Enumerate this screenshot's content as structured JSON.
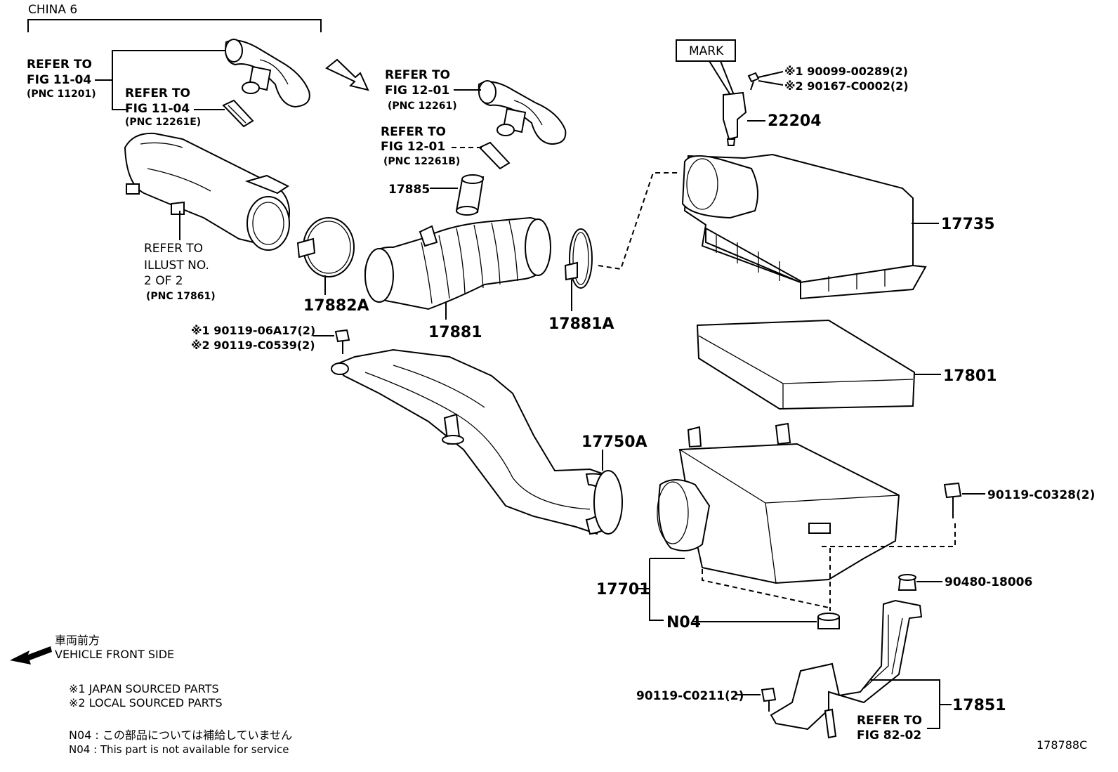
{
  "header": {
    "group_label": "CHINA 6"
  },
  "refs": {
    "r1": {
      "l1": "REFER TO",
      "l2": "FIG 11-04",
      "l3": "(PNC 11201)"
    },
    "r2": {
      "l1": "REFER TO",
      "l2": "FIG 11-04",
      "l3": "(PNC 12261E)"
    },
    "r3": {
      "l1": "REFER TO",
      "l2": "FIG 12-01",
      "l3": "(PNC 12261)"
    },
    "r4": {
      "l1": "REFER TO",
      "l2": "FIG 12-01",
      "l3": "(PNC 12261B)"
    },
    "r5": {
      "l1": "REFER TO",
      "l2": "ILLUST NO.",
      "l3": "2 OF 2",
      "l4": "(PNC 17861)"
    },
    "r6": {
      "l1": "REFER TO",
      "l2": "FIG 82-02"
    }
  },
  "mark_label": "MARK",
  "bolts": {
    "b22204_1": "※1 90099-00289(2)",
    "b22204_2": "※2 90167-C0002(2)",
    "b17750_1": "※1 90119-06A17(2)",
    "b17750_2": "※2 90119-C0539(2)",
    "b0328": "90119-C0328(2)",
    "b18006": "90480-18006",
    "b0211": "90119-C0211(2)"
  },
  "parts": {
    "p22204": "22204",
    "p17735": "17735",
    "p17885": "17885",
    "p17882A": "17882A",
    "p17881": "17881",
    "p17881A": "17881A",
    "p17801": "17801",
    "p17750A": "17750A",
    "p17701": "17701",
    "pN04": "N04",
    "p17851": "17851"
  },
  "legend": {
    "front_jp": "車両前方",
    "front_en": "VEHICLE FRONT SIDE",
    "note1": "※1 JAPAN SOURCED PARTS",
    "note2": "※2 LOCAL SOURCED PARTS",
    "n04_jp": "N04 : この部品については補給していません",
    "n04_en": "N04 : This part is not available for service"
  },
  "illustration_id": "178788C"
}
